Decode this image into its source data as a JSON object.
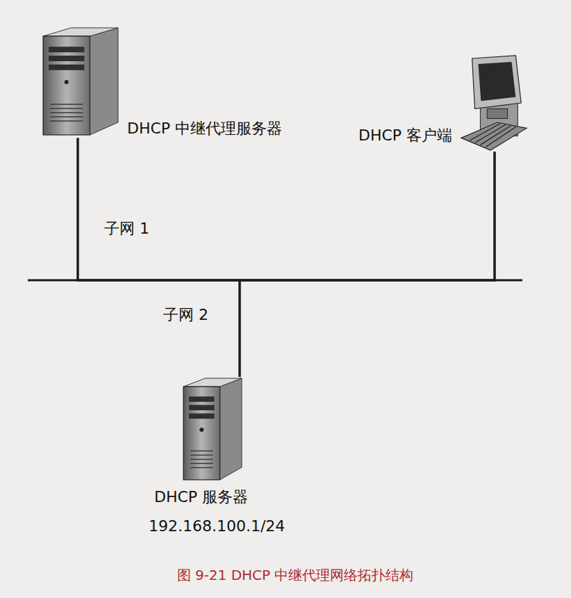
{
  "diagram": {
    "caption": "图 9-21 DHCP 中继代理网络拓扑结构",
    "nodes": [
      {
        "text": [
          "DHCP 中继代理服务器"
        ]
      },
      {
        "text": [
          "DHCP 客户端"
        ]
      },
      {
        "text": [
          "DHCP 服务器",
          "192.168.100.1/24"
        ]
      }
    ],
    "edges": [
      {
        "from": 0,
        "to": 1,
        "arrow": "none"
      },
      {
        "from": 0,
        "to": 2,
        "arrow": "none"
      },
      {
        "from": 1,
        "to": 2,
        "arrow": "none"
      }
    ],
    "labels": [
      "子网 1",
      "子网 2"
    ]
  }
}
